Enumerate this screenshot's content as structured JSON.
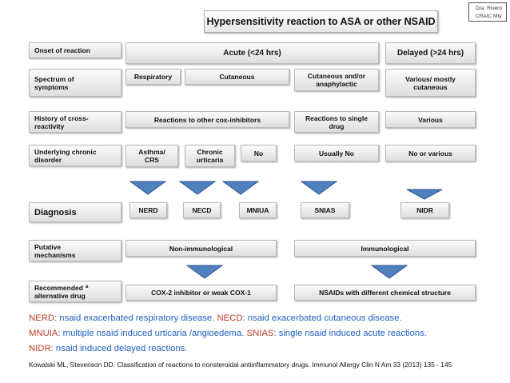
{
  "watermark": {
    "line1": "Dra. Rivero",
    "line2": "CRAIC Mty"
  },
  "title": "Hypersensitivity reaction to ASA or other NSAID",
  "labels": {
    "onset": "Onset of  reaction",
    "spectrum": "Spectrum of symptoms",
    "history": "History of cross-reactivity",
    "underlying": "Underlying chronic disorder",
    "diagnosis": "Diagnosis",
    "putative": "Putative mechanisms",
    "recommended": "Recommended alternative drug",
    "recommended_sup": "a"
  },
  "onset": {
    "acute": "Acute (<24 hrs)",
    "delayed": "Delayed (>24 hrs)"
  },
  "spectrum": {
    "respiratory": "Respiratory",
    "cutaneous": "Cutaneous",
    "cut_anaph": "Cutaneous and/or anaphylactic",
    "various": "Various/ mostly cutaneous"
  },
  "history": {
    "other_cox": "Reactions to other cox-inhibitors",
    "single": "Reactions to single drug",
    "various": "Various"
  },
  "underlying": {
    "asthma": "Asthma/ CRS",
    "chronic": "Chronic urticaria",
    "no": "No",
    "usually_no": "Usually No",
    "no_various": "No or various"
  },
  "diagnosis": {
    "nerd": "NERD",
    "necd": "NECD",
    "mniua": "MNIUA",
    "snias": "SNIAS",
    "nidr": "NIDR"
  },
  "mechanisms": {
    "non_immuno": "Non-immunological",
    "immuno": "Immunological"
  },
  "alternative": {
    "cox2": "COX-2 inhibitor or weak COX-1",
    "nsaids": "NSAIDs with different chemical structure"
  },
  "legend": {
    "nerd_abbr": "NERD",
    "nerd_def": ": nsaid exacerbated respiratory disease. ",
    "necd_abbr": "NECD",
    "necd_def": ": nsaid exacerbated cutaneous disease.",
    "mnuia_abbr": "MNUIA",
    "mnuia_def": ": multiple nsaid induced urticaria /angioedema. ",
    "snias_abbr": "SNIAS",
    "snias_def": ": single nsaid induced acute reactions. ",
    "nidr_abbr": "NIDR",
    "nidr_def": ": nsaid induced delayed reactions."
  },
  "reference": "Kowalski ML, Stevenson DD. Classification of reactions to nonsteroidal antiinflammatory drugs.  Immunol Allergy Clin N Am  33 (2013) 135 - 145",
  "colors": {
    "arrow": "#4f81bd",
    "arrow_edge": "#2f5597",
    "legend_text": "#1f5fbf",
    "legend_abbr": "#c0392b"
  }
}
